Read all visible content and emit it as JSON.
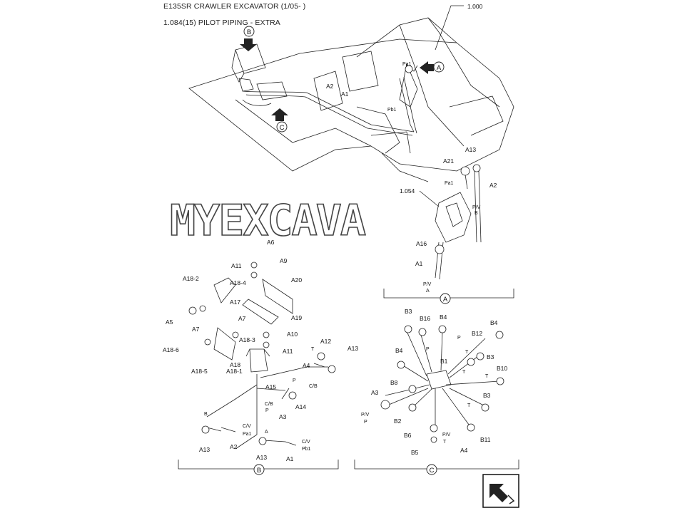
{
  "header": {
    "model_line": "E135SR CRAWLER EXCAVATOR (1/05- )",
    "section_line": "1.084(15) PILOT PIPING - EXTRA"
  },
  "watermark": "MYEXCAVATOR.RU",
  "callouts": {
    "main_ref": "1.000",
    "valve_ref": "1.054",
    "view_a": "A",
    "view_b": "B",
    "view_c": "C"
  },
  "labels": {
    "top": [
      "A2",
      "A1",
      "Pa1",
      "Pb1"
    ],
    "view_a": [
      "A13",
      "A21",
      "Pa1",
      "A2",
      "P/V",
      "B",
      "A16",
      "A1",
      "P/V",
      "A"
    ],
    "view_b": [
      "A6",
      "A9",
      "A11",
      "A20",
      "A18-2",
      "A18-4",
      "A17",
      "A5",
      "A7",
      "A7",
      "A19",
      "A10",
      "A18-3",
      "A11",
      "A18-6",
      "A18",
      "A18-1",
      "A18-5",
      "A12",
      "A13",
      "T",
      "A4",
      "A15",
      "P",
      "C/B",
      "A14",
      "C/B",
      "P",
      "A3",
      "B",
      "C/V",
      "Pa1",
      "A13",
      "A2",
      "A",
      "C/V",
      "Pb1",
      "A13",
      "A1"
    ],
    "view_c": [
      "B3",
      "B16",
      "B4",
      "B4",
      "P",
      "B12",
      "B3",
      "B4",
      "P",
      "B1",
      "B10",
      "T",
      "T",
      "T",
      "B8",
      "A3",
      "P/V",
      "P",
      "B3",
      "B2",
      "T",
      "B6",
      "P/V",
      "T",
      "B11",
      "B5",
      "A4"
    ]
  },
  "nav": {
    "icon": "next-page-arrow-icon"
  }
}
